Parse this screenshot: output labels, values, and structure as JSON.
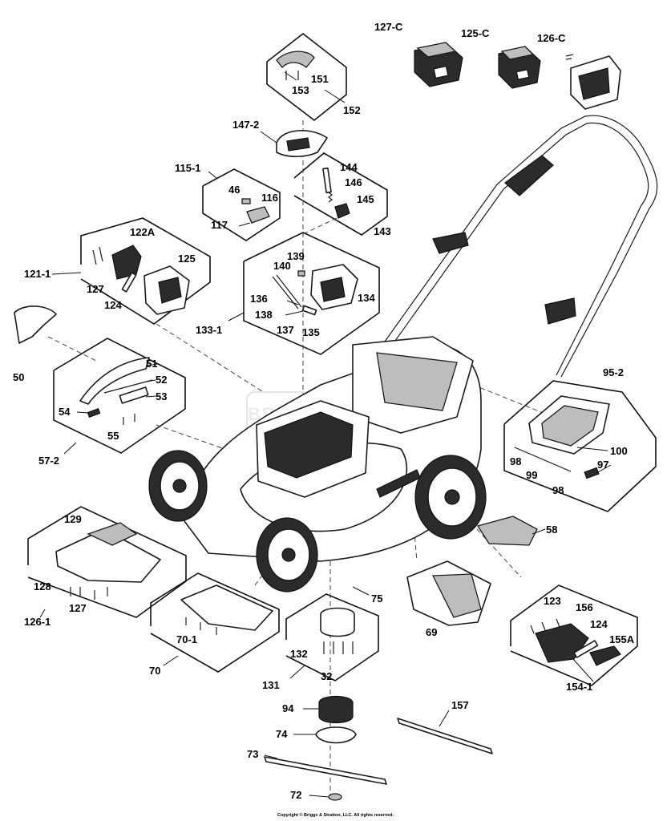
{
  "diagram": {
    "labels": {
      "l127c": "127-C",
      "l125c": "125-C",
      "l126c": "126-C",
      "l151": "151",
      "l153": "153",
      "l152": "152",
      "l147_2": "147-2",
      "l115_1": "115-1",
      "l46": "46",
      "l116": "116",
      "l117": "117",
      "l144": "144",
      "l146": "146",
      "l145": "145",
      "l143": "143",
      "l122a": "122A",
      "l121_1": "121-1",
      "l125": "125",
      "l127a": "127",
      "l124a": "124",
      "l139": "139",
      "l140": "140",
      "l134": "134",
      "l136": "136",
      "l138": "138",
      "l137": "137",
      "l135": "135",
      "l133_1": "133-1",
      "l50": "50",
      "l51": "51",
      "l52": "52",
      "l53": "53",
      "l54": "54",
      "l55": "55",
      "l57_2": "57-2",
      "l95_2": "95-2",
      "l100": "100",
      "l98a": "98",
      "l97": "97",
      "l99": "99",
      "l98b": "98",
      "l58": "58",
      "l129": "129",
      "l128": "128",
      "l127b": "127",
      "l126_1": "126-1",
      "l75": "75",
      "l69": "69",
      "l70_1": "70-1",
      "l70": "70",
      "l132": "132",
      "l32": "32",
      "l131": "131",
      "l123": "123",
      "l156": "156",
      "l124b": "124",
      "l155a": "155A",
      "l154_1": "154-1",
      "l94": "94",
      "l157": "157",
      "l74": "74",
      "l73": "73",
      "l72": "72"
    },
    "copyright": "Copyright © Briggs & Stratton, LLC. All rights reserved.",
    "watermark": "BRIGGS&STRATTON"
  }
}
